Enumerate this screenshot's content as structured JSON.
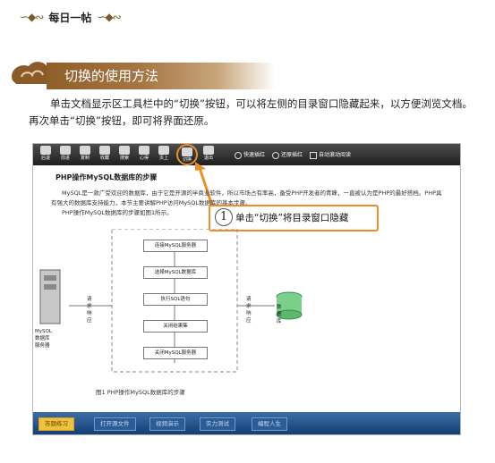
{
  "header": {
    "daily_label": "每日一帖",
    "orn_left": "∽◆∾",
    "orn_right": "∽◆∾"
  },
  "section": {
    "title": "切换的使用方法"
  },
  "intro": {
    "text": "单击文档显示区工具栏中的“切换”按钮，可以将左侧的目录窗口隐藏起来，以方便浏览文档。再次单击“切换”按钮，即可将界面还原。"
  },
  "app": {
    "toolbar": {
      "buttons": [
        "后退",
        "前进",
        "复制",
        "收藏",
        "搜索",
        "心得",
        "页上",
        "切换",
        "",
        "退出"
      ],
      "options": {
        "fast_label": "快速插红",
        "restore_label": "还原插红",
        "auto_label": "自动滚动阅读"
      }
    },
    "doc": {
      "heading": "PHP操作MySQL数据库的步骤",
      "para1": "MySQL是一款广受欢迎的数据库，由于它是开源的半商业软件，所以市场占有率高，备受PHP开发者的青睐，一直被认为是PHP的最好搭档。PHP具有强大的数据库支持能力，本节主要讲解PHP访问MySQL数据库的基本步骤。",
      "para2": "PHP操作MySQL数据库的步骤如图1所示。"
    },
    "callout": {
      "number": "1",
      "text": "单击“切换”将目录窗口隐藏"
    },
    "flow": {
      "steps": [
        "连接MySQL服务器",
        "选择MySQL数据库",
        "执行SQL语句",
        "关闭结果集",
        "关闭MySQL服务器"
      ],
      "server_label": "MySQL 数据库服务器",
      "request": "请求",
      "response": "响应",
      "db_label": "数据库",
      "caption": "图1  PHP操作MySQL数据库的步骤"
    },
    "bottom": {
      "buttons": [
        "答题练习",
        "打开源文件",
        "视频演示",
        "实力测试",
        "编程人生"
      ]
    }
  },
  "colors": {
    "accent": "#e88f2b",
    "banner": "#a47442",
    "toolbar": "#2a2a2a",
    "bottombar": "#1f4f8a"
  }
}
